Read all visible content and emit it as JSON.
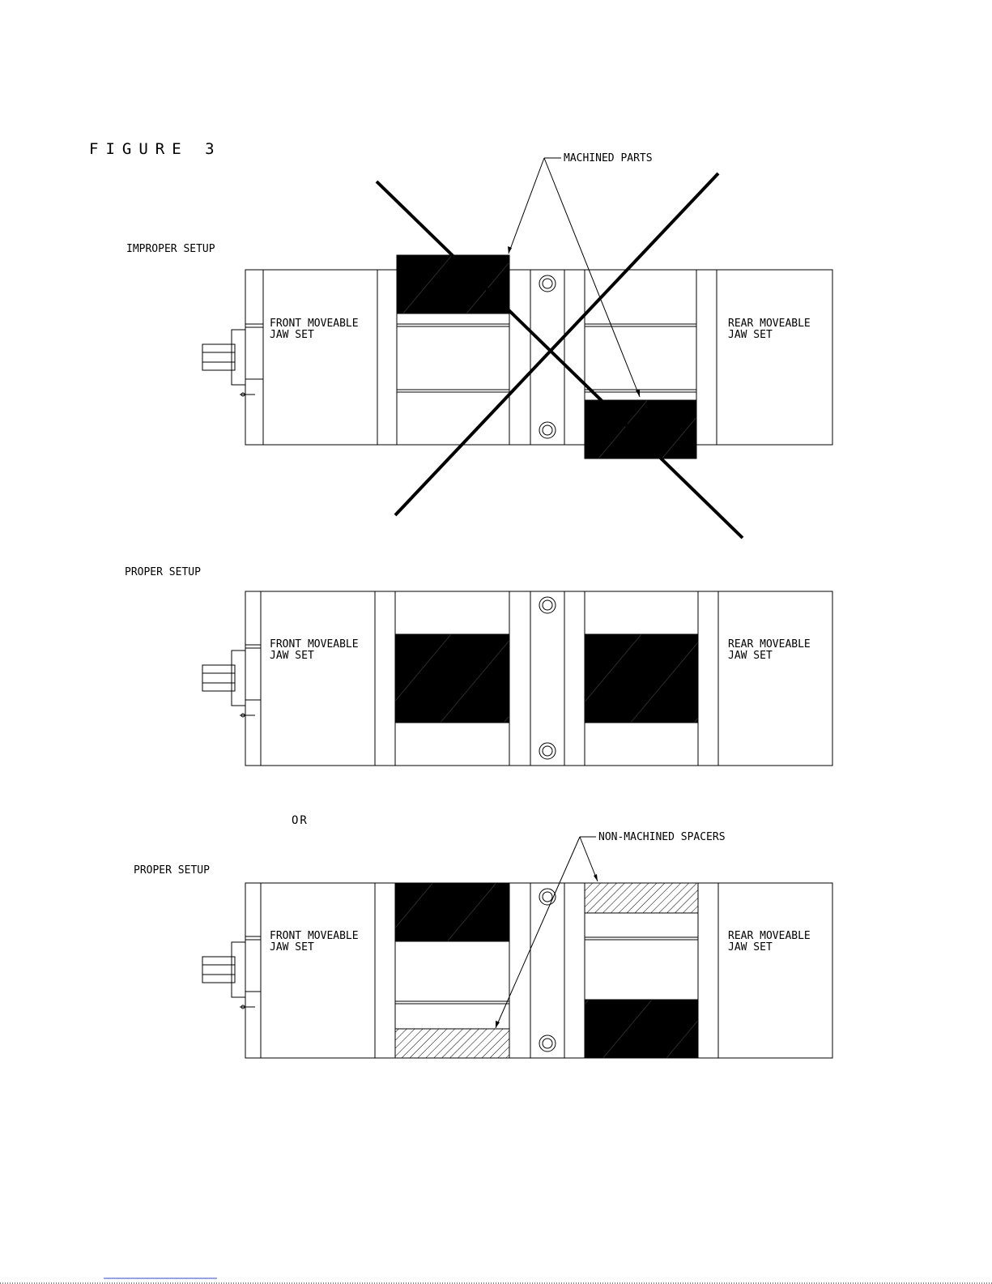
{
  "figure_title": "FIGURE 3",
  "improper_label": "IMPROPER SETUP",
  "proper_label_1": "PROPER SETUP",
  "or_label": "OR",
  "proper_label_2": "PROPER SETUP",
  "machined_parts_label": "MACHINED PARTS",
  "non_machined_spacers_label": "NON-MACHINED SPACERS",
  "front_jaw_line1": "FRONT MOVEABLE",
  "front_jaw_line2": "JAW SET",
  "rear_jaw_line1": "REAR MOVEABLE",
  "rear_jaw_line2": "JAW SET",
  "colors": {
    "ink": "#000000",
    "paper": "#ffffff",
    "footer_line": "#3344cc"
  }
}
